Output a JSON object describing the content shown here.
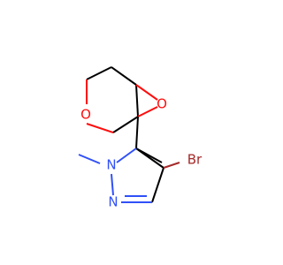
{
  "molecule": {
    "colors": {
      "bond": "#000000",
      "oxygen": "#ff0d0d",
      "nitrogen": "#3050f8",
      "bromine": "#a62929",
      "carbon": "#000000"
    },
    "atoms": {
      "epoxide_oxygen": "O",
      "ring_oxygen": "O",
      "pyrazole_n1": "N",
      "pyrazole_n2": "N",
      "bromine": "Br"
    }
  }
}
